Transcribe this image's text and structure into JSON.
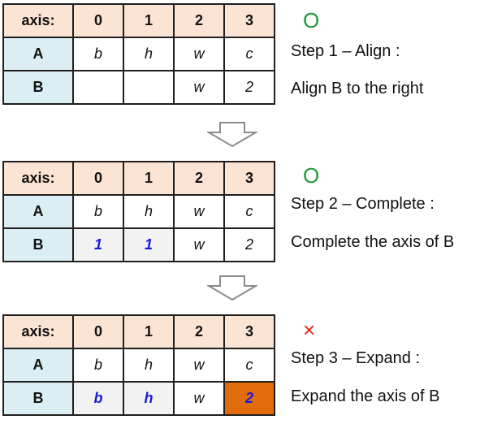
{
  "panels": [
    {
      "header": [
        "axis:",
        "0",
        "1",
        "2",
        "3"
      ],
      "rows": [
        {
          "label": "A",
          "cells": [
            "b",
            "h",
            "w",
            "c"
          ]
        },
        {
          "label": "B",
          "cells": [
            "",
            "",
            "w",
            "2"
          ]
        }
      ],
      "status_mark": "O",
      "status_color": "#1e9a3a",
      "title": "Step 1 – Align :",
      "description": "Align B to the right"
    },
    {
      "header": [
        "axis:",
        "0",
        "1",
        "2",
        "3"
      ],
      "rows": [
        {
          "label": "A",
          "cells": [
            "b",
            "h",
            "w",
            "c"
          ]
        },
        {
          "label": "B",
          "cells": [
            "1",
            "1",
            "w",
            "2"
          ]
        }
      ],
      "status_mark": "O",
      "status_color": "#1e9a3a",
      "title": "Step 2 – Complete :",
      "description": "Complete the axis of B"
    },
    {
      "header": [
        "axis:",
        "0",
        "1",
        "2",
        "3"
      ],
      "rows": [
        {
          "label": "A",
          "cells": [
            "b",
            "h",
            "w",
            "c"
          ]
        },
        {
          "label": "B",
          "cells": [
            "b",
            "h",
            "w",
            "2"
          ]
        }
      ],
      "status_mark": "×",
      "status_color": "#e2231a",
      "title": "Step 3 – Expand :",
      "description": "Expand the axis of B"
    }
  ],
  "colors": {
    "header_fill": "#fce4d4",
    "row_label_fill": "#daeef3",
    "filled_cell_fill": "#f2f2f2",
    "highlight_fill": "#e36c0a",
    "filled_text": "#1a1adb"
  }
}
